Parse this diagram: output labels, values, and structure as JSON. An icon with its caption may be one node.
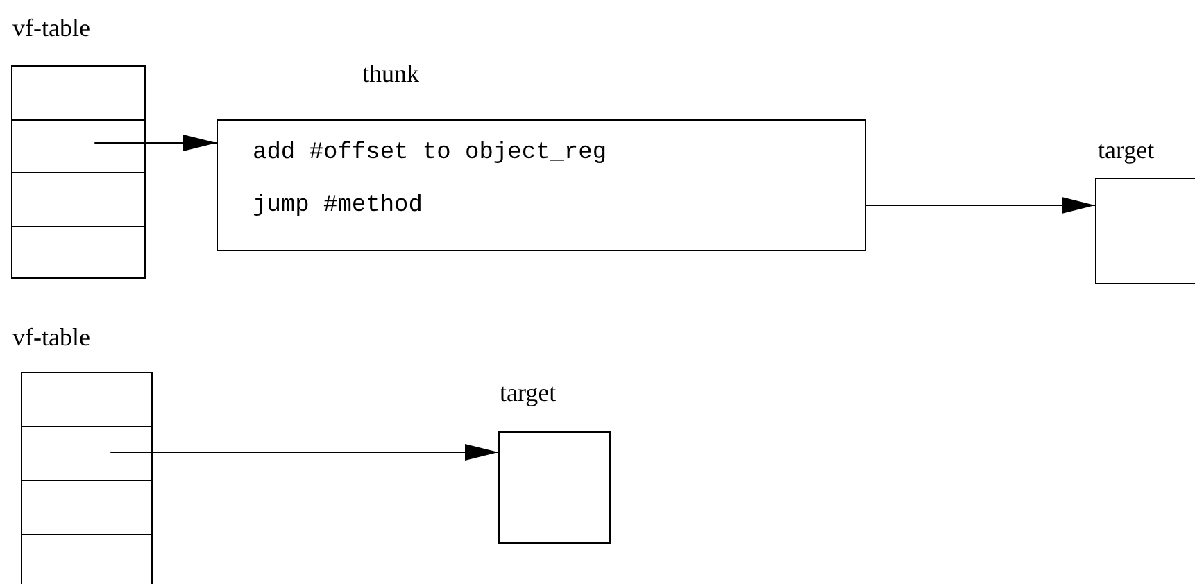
{
  "diagram": {
    "nodes": [
      {
        "text": [
          "vf-table"
        ]
      },
      {
        "text": [
          "thunk",
          "add #offset to object_reg",
          "jump #method"
        ]
      },
      {
        "text": [
          "target"
        ]
      },
      {
        "text": [
          "vf-table"
        ]
      },
      {
        "text": [
          "target"
        ]
      }
    ],
    "edges": [
      {
        "from": 0,
        "to": 1,
        "arrow": "to"
      },
      {
        "from": 1,
        "to": 2,
        "arrow": "to"
      },
      {
        "from": 3,
        "to": 4,
        "arrow": "to"
      }
    ]
  }
}
